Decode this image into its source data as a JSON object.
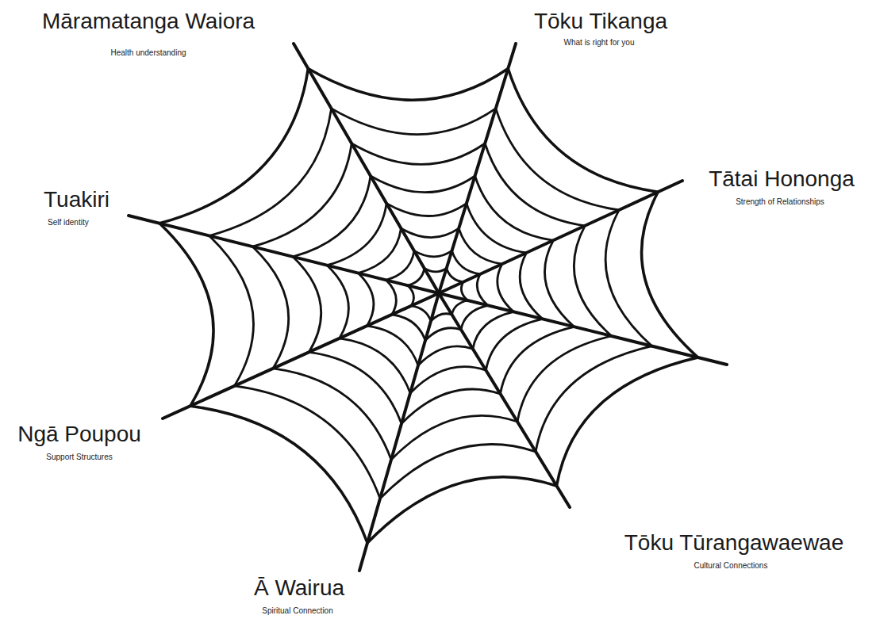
{
  "diagram": {
    "labels": [
      "Māramatanga Waiora",
      "Health understanding",
      "Tōku Tikanga",
      "What is right for you",
      "Tātai Hononga",
      "Strength of Relationships",
      "Tuakiri",
      "Self identity",
      "Ngā Poupou",
      "Support Structures",
      "Ā Wairua",
      "Spiritual Connection",
      "Tōku Tūrangawaewae",
      "Cultural Connections"
    ]
  }
}
